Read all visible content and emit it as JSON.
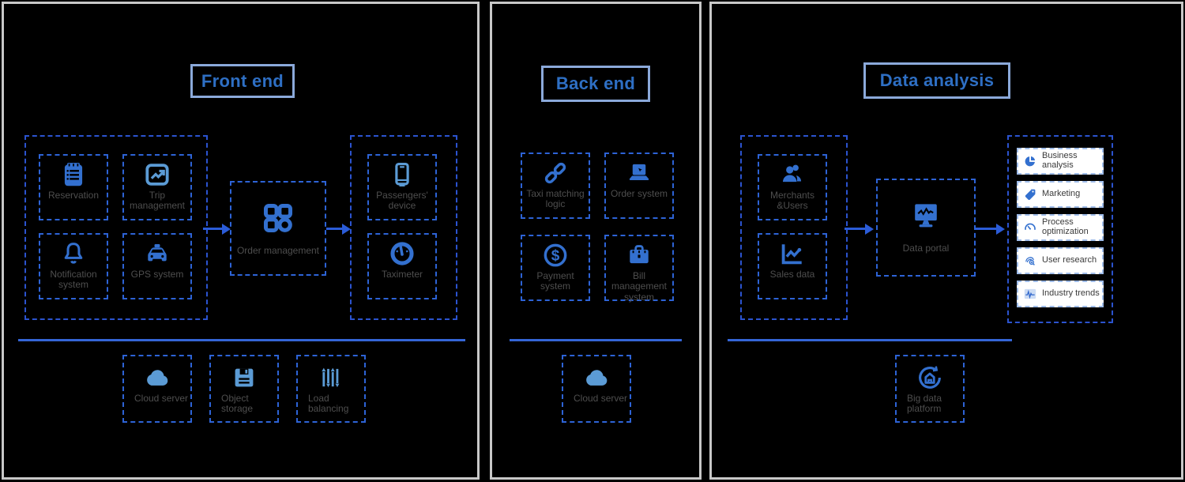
{
  "colors": {
    "background": "#000000",
    "panel_border": "#c8c8c8",
    "title_text": "#2e6fc4",
    "title_border": "#8ba9da",
    "group_dashed_border": "#2b53cf",
    "box_dashed_border": "#2d63d6",
    "icon_blue": "#3370cf",
    "icon_light_blue": "#5b9bd5",
    "label_gray": "#4e4e4e",
    "divider_blue": "#3465d6",
    "arrow_blue": "#2b5cd8",
    "output_box_bg": "#ffffff",
    "output_box_border": "#9fbce9",
    "output_box_text": "#3a3a3a"
  },
  "frontend": {
    "title": "Front end",
    "reservation": "Reservation",
    "trip_management": "Trip management",
    "notification_system": "Notification system",
    "gps_system": "GPS system",
    "order_management": "Order management",
    "passengers_device": "Passengers' device",
    "taximeter": "Taximeter",
    "cloud_server": "Cloud server",
    "object_storage": "Object storage",
    "load_balancing": "Load balancing"
  },
  "backend": {
    "title": "Back end",
    "taxi_matching_logic": "Taxi matching logic",
    "order_system": "Order system",
    "payment_system": "Payment system",
    "bill_management_system": "Bill management system",
    "cloud_server": "Cloud server"
  },
  "data_analysis": {
    "title": "Data analysis",
    "merchants_users": "Merchants &Users",
    "sales_data": "Sales data",
    "data_portal": "Data portal",
    "business_analysis": "Business analysis",
    "marketing": "Marketing",
    "process_optimization": "Process optimization",
    "user_research": "User research",
    "industry_trends": "Industry trends",
    "big_data_platform": "Big data platform"
  }
}
